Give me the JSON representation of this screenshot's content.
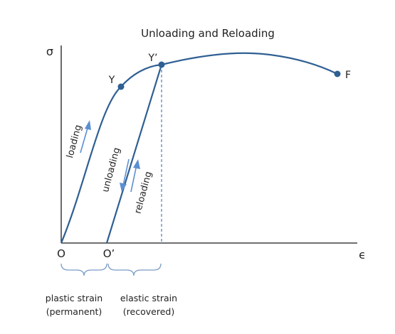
{
  "title": "Unloading and Reloading",
  "axes": {
    "y_symbol": "σ",
    "x_symbol": "ϵ"
  },
  "points": {
    "origin": "O",
    "origin_prime": "O’",
    "yield": "Y",
    "yield_prime": "Y’",
    "fracture": "F"
  },
  "paths": {
    "loading": "loading",
    "unloading": "unloading",
    "reloading": "reloading"
  },
  "strains": {
    "plastic_line1": "plastic strain",
    "plastic_line2": "(permanent)",
    "elastic_line1": "elastic strain",
    "elastic_line2": "(recovered)"
  },
  "colors": {
    "curve": "#2f5f93",
    "marker": "#2f5f93",
    "arrow": "#5b8fd1",
    "axis": "#1a1a1a",
    "brace": "#7a9cc6"
  }
}
